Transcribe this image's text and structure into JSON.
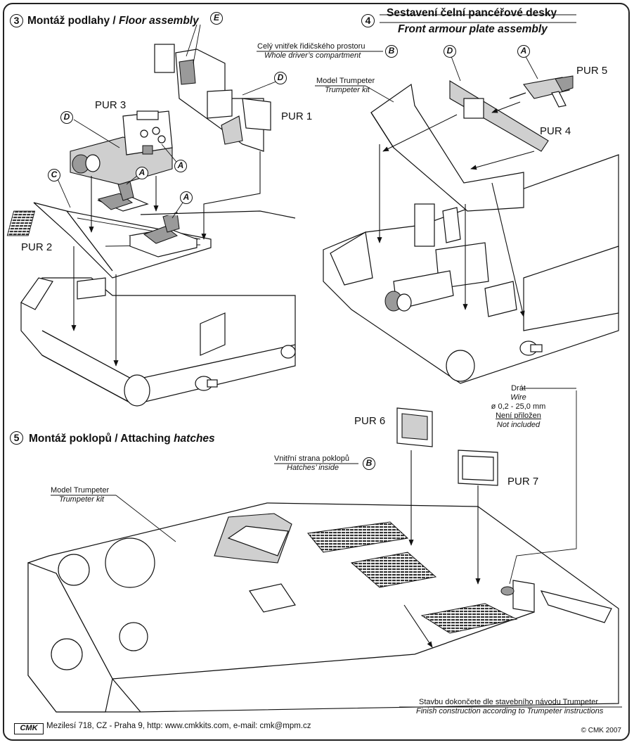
{
  "section3": {
    "number": "3",
    "title_cz": "Montáž podlahy / ",
    "title_en": "Floor assembly"
  },
  "section4": {
    "number": "4",
    "title_cz": "Sestavení čelní pancéřové desky",
    "title_en": "Front armour plate assembly"
  },
  "section5": {
    "number": "5",
    "title_cz": "Montáž poklopů / Attaching ",
    "title_en": "hatches"
  },
  "parts": {
    "pur1": "PUR 1",
    "pur2": "PUR 2",
    "pur3": "PUR 3",
    "pur4": "PUR 4",
    "pur5": "PUR 5",
    "pur6": "PUR 6",
    "pur7": "PUR 7"
  },
  "letters": {
    "a": "A",
    "b": "B",
    "c": "C",
    "d": "D",
    "e": "E"
  },
  "captions": {
    "driver_cz": "Celý vnitřek řidičského prostoru",
    "driver_en": "Whole driver’s compartment",
    "model_cz": "Model Trumpeter",
    "model_en": "Trumpeter kit",
    "model2_cz": "Model Trumpeter",
    "model2_en": "Trumpeter kit",
    "hatch_cz": "Vnitřní strana poklopů",
    "hatch_en": "Hatches’ inside",
    "wire_cz": "Drát",
    "wire_en": "Wire",
    "wire_size": "ø 0,2 -  25,0 mm",
    "wire_note_cz": "Není přiložen",
    "wire_note_en": "Not included",
    "finish_cz": "Stavbu dokončete dle stavebního návodu Trumpeter",
    "finish_en": "Finish construction according to Trumpeter instructions"
  },
  "footer": {
    "logo": "CMK",
    "address": "Mezilesí 718, CZ - Praha 9,  http: www.cmkkits.com, e-mail: cmk@mpm.cz",
    "copyright": "© CMK 2007"
  }
}
